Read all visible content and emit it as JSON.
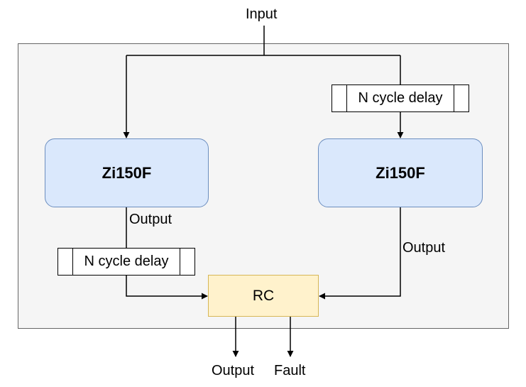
{
  "diagram": {
    "input_label": "Input",
    "zi150f_left_label": "Zi150F",
    "zi150f_right_label": "Zi150F",
    "delay_top_label": "N cycle delay",
    "delay_left_label": "N cycle delay",
    "left_output_label": "Output",
    "right_output_label": "Output",
    "rc_label": "RC",
    "rc_output_label": "Output",
    "fault_label": "Fault"
  },
  "colors": {
    "container_fill": "#f5f5f5",
    "container_stroke": "#666666",
    "zi150f_fill": "#dae8fc",
    "zi150f_stroke": "#6c8ebf",
    "rc_fill": "#fff2cc",
    "rc_stroke": "#d6b656",
    "delay_fill": "#ffffff",
    "line": "#000000"
  }
}
